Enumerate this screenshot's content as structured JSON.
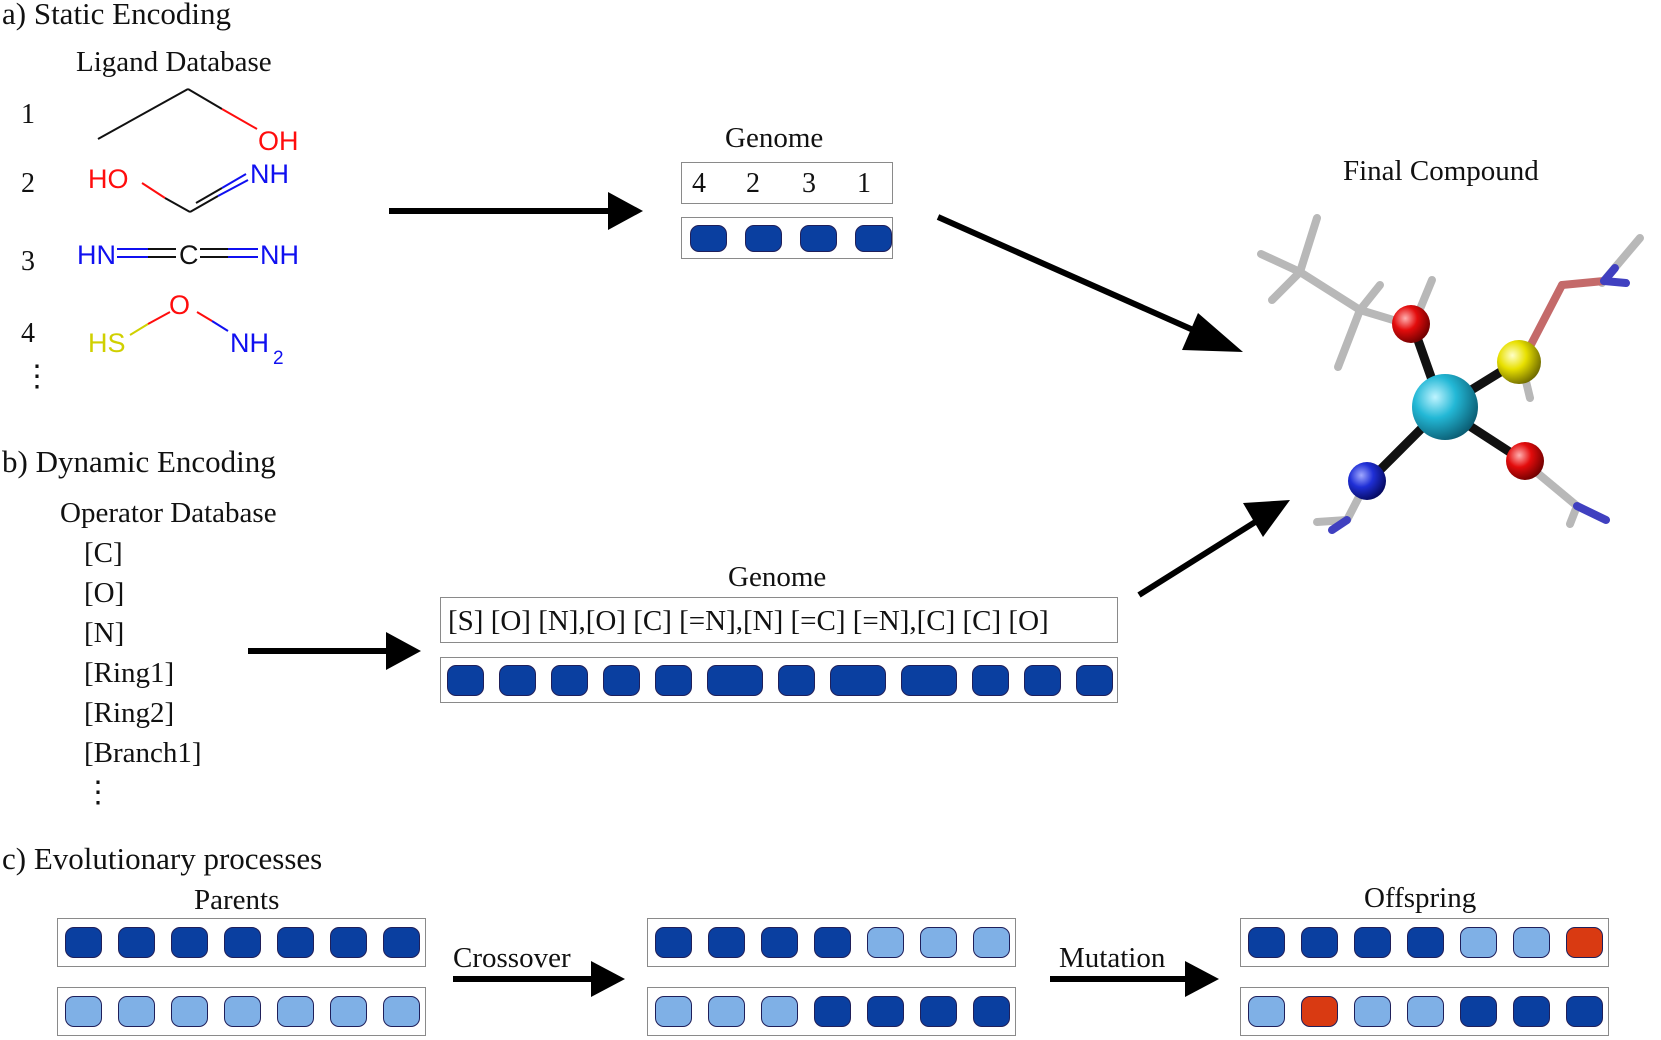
{
  "colors": {
    "gene_dark": "#0a3fa0",
    "gene_light": "#7fb0e6",
    "gene_mutated": "#d93a12",
    "oxygen": "#ff0d0d",
    "nitrogen": "#1010f0",
    "sulfur": "#d0d000",
    "metal": "#23b8d6"
  },
  "panel_a": {
    "title": "a) Static Encoding",
    "database_title": "Ligand Database",
    "ligands": [
      {
        "index": "1",
        "labels": [
          "OH"
        ]
      },
      {
        "index": "2",
        "labels": [
          "HO",
          "NH"
        ]
      },
      {
        "index": "3",
        "labels": [
          "HN",
          "C",
          "NH"
        ]
      },
      {
        "index": "4",
        "labels": [
          "HS",
          "O",
          "NH",
          "2"
        ]
      }
    ],
    "ellipsis": "⋮",
    "genome_title": "Genome",
    "genome_values": [
      "4",
      "2",
      "3",
      "1"
    ],
    "genome_cells": [
      "dark",
      "dark",
      "dark",
      "dark"
    ]
  },
  "final_compound": {
    "title": "Final Compound"
  },
  "panel_b": {
    "title": "b) Dynamic Encoding",
    "database_title": "Operator Database",
    "operators": [
      "[C]",
      "[O]",
      "[N]",
      "[Ring1]",
      "[Ring2]",
      "[Branch1]"
    ],
    "ellipsis": "⋮",
    "genome_title": "Genome",
    "genome_string": "[S] [O] [N],[O] [C] [=N],[N] [=C] [=N],[C] [C] [O]",
    "genome_cells": [
      "dark",
      "dark",
      "dark",
      "dark",
      "dark",
      "dark-wide",
      "dark",
      "dark-wide",
      "dark-wide",
      "dark",
      "dark",
      "dark"
    ]
  },
  "panel_c": {
    "title": "c) Evolutionary processes",
    "parents_title": "Parents",
    "crossover_label": "Crossover",
    "mutation_label": "Mutation",
    "offspring_title": "Offspring",
    "parents": [
      [
        "dark",
        "dark",
        "dark",
        "dark",
        "dark",
        "dark",
        "dark"
      ],
      [
        "light",
        "light",
        "light",
        "light",
        "light",
        "light",
        "light"
      ]
    ],
    "crossed": [
      [
        "dark",
        "dark",
        "dark",
        "dark",
        "light",
        "light",
        "light"
      ],
      [
        "light",
        "light",
        "light",
        "dark",
        "dark",
        "dark",
        "dark"
      ]
    ],
    "offspring": [
      [
        "dark",
        "dark",
        "dark",
        "dark",
        "light",
        "light",
        "mutated"
      ],
      [
        "light",
        "mutated",
        "light",
        "light",
        "dark",
        "dark",
        "dark"
      ]
    ]
  }
}
